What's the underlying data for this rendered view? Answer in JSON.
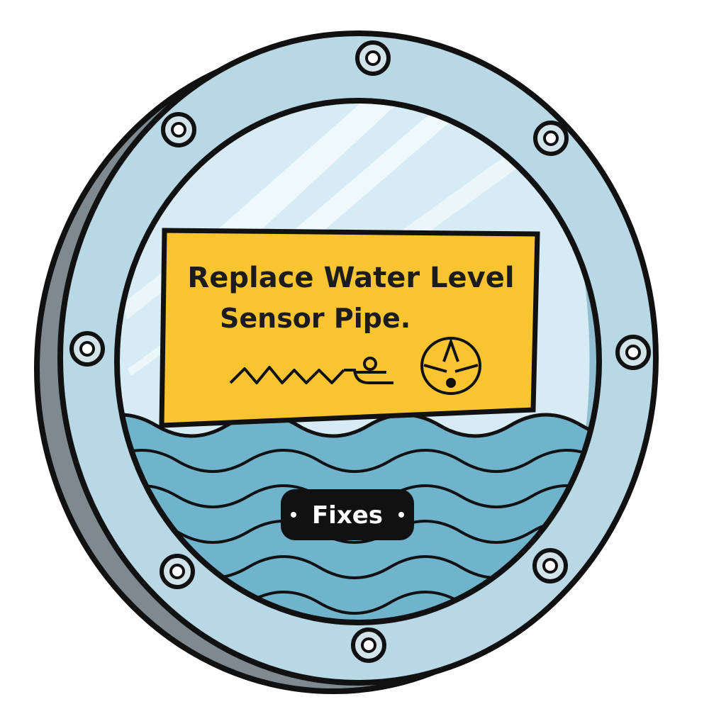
{
  "sign": {
    "line1": "Replace Water Level",
    "line2": "Sensor Pipe."
  },
  "badge": {
    "label": "Fixes"
  },
  "colors": {
    "flange": "#b9d8e6",
    "flange_rim": "#7e8a90",
    "glass": "#d6ebf3",
    "sign": "#f8c531",
    "water": "#6fb3cc",
    "outline": "#111111",
    "badge": "#111111"
  },
  "icons": [
    "bolt-icon",
    "wave-squiggle-icon",
    "float-sensor-icon",
    "level-gauge-icon",
    "glare-streak-icon"
  ]
}
